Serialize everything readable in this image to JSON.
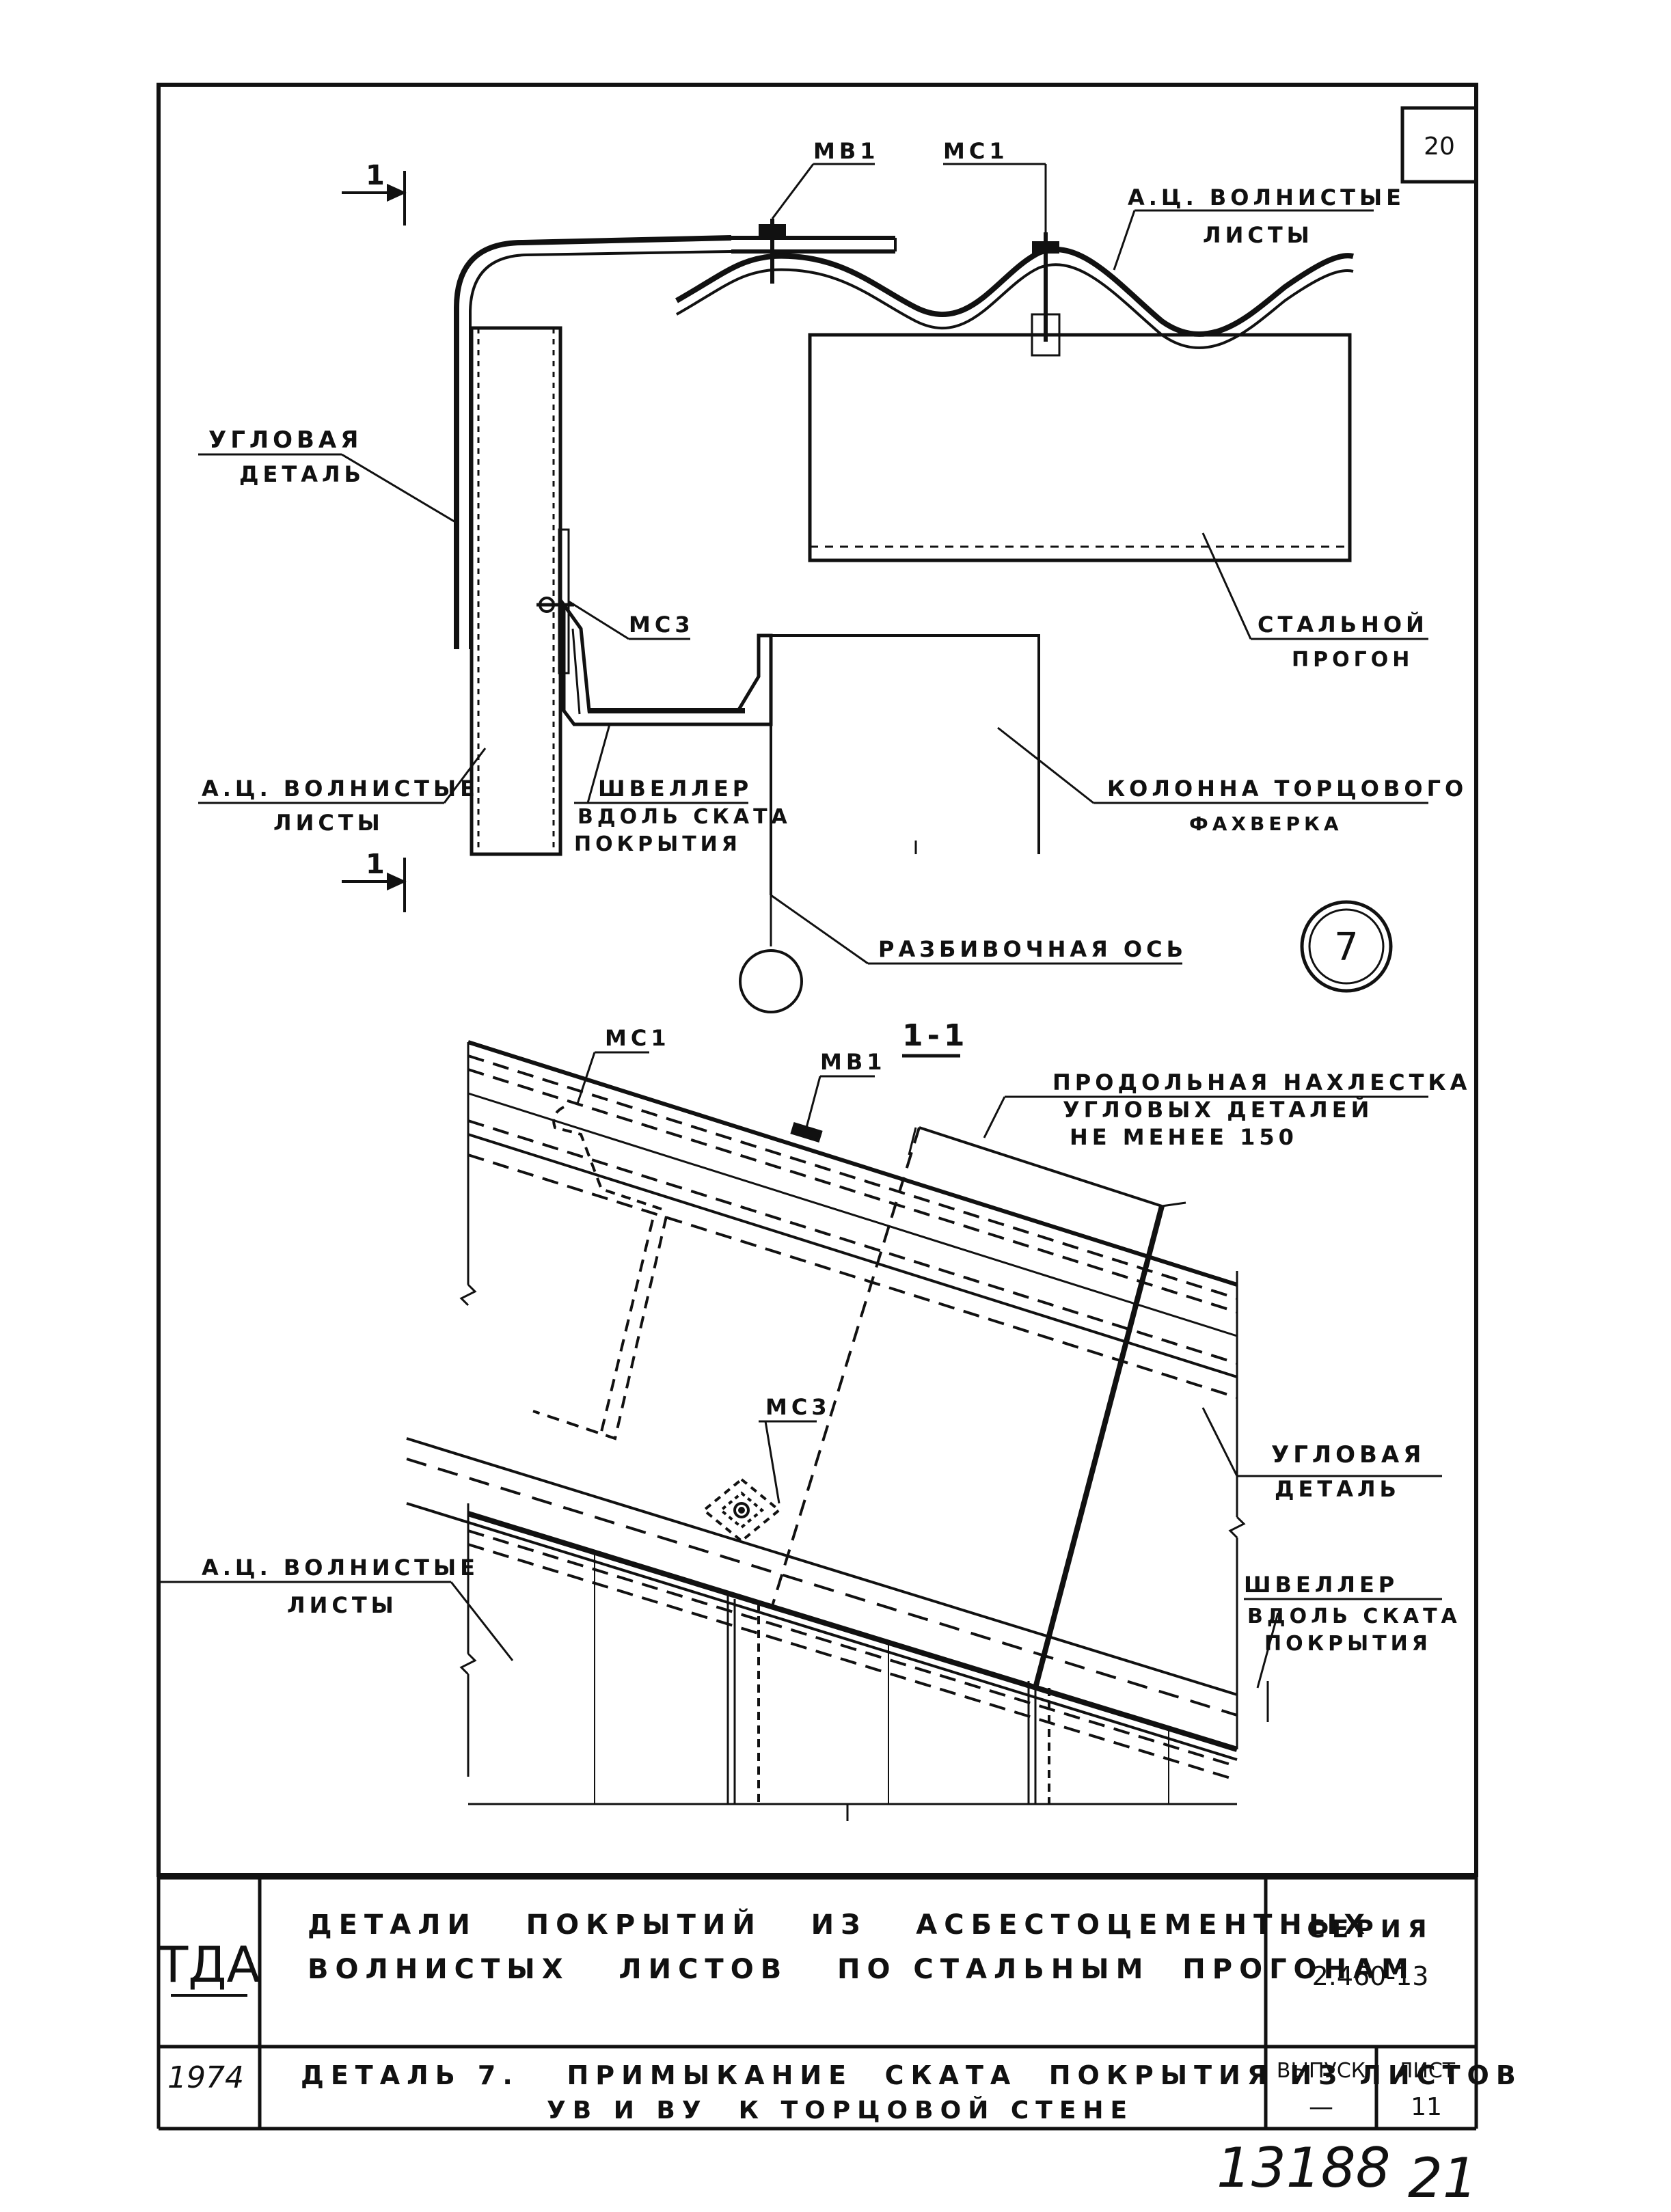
{
  "sheet_number": "20",
  "detail_number": "7",
  "plan": {
    "section_mark": "1",
    "labels": {
      "mb1": "МВ1",
      "ms1": "МС1",
      "ms3": "МС3",
      "sheets_top_1": "А.Ц. ВОЛНИСТЫЕ",
      "sheets_top_2": "ЛИСТЫ",
      "corner_1": "УГЛОВАЯ",
      "corner_2": "ДЕТАЛЬ",
      "purlin_1": "СТАЛЬНОЙ",
      "purlin_2": "ПРОГОН",
      "sheets_left_1": "А.Ц. ВОЛНИСТЫЕ",
      "sheets_left_2": "ЛИСТЫ",
      "channel_1": "ШВЕЛЛЕР",
      "channel_2": "ВДОЛЬ СКАТА",
      "channel_3": "ПОКРЫТИЯ",
      "column_1": "КОЛОННА ТОРЦОВОГО",
      "column_2": "ФАХВЕРКА",
      "axis": "РАЗБИВОЧНАЯ ОСЬ"
    }
  },
  "section": {
    "title": "1-1",
    "labels": {
      "ms1": "МС1",
      "mb1": "МВ1",
      "overlap_1": "ПРОДОЛЬНАЯ НАХЛЕСТКА",
      "overlap_2": "УГЛОВЫХ ДЕТАЛЕЙ",
      "overlap_3": "НЕ МЕНЕЕ 150",
      "ms3": "МС3",
      "corner_1": "УГЛОВАЯ",
      "corner_2": "ДЕТАЛЬ",
      "channel_1": "ШВЕЛЛЕР",
      "channel_2": "ВДОЛЬ СКАТА",
      "channel_3": "ПОКРЫТИЯ",
      "sheets_1": "А.Ц. ВОЛНИСТЫЕ",
      "sheets_2": "ЛИСТЫ"
    }
  },
  "title_block": {
    "org": "ТДА",
    "title_line1": "ДЕТАЛИ   ПОКРЫТИЙ   ИЗ   АСБЕСТОЦЕМЕНТНЫХ",
    "title_line2": "ВОЛНИСТЫХ   ЛИСТОВ   ПО СТАЛЬНЫМ  ПРОГОНАМ",
    "series_label": "СЕРИЯ",
    "series_value": "2.460-13",
    "year": "1974",
    "detail_line1": "ДЕТАЛЬ 7.   ПРИМЫКАНИЕ  СКАТА  ПОКРЫТИЯ ИЗ ЛИСТОВ",
    "detail_line2": "УВ И ВУ  К ТОРЦОВОЙ СТЕНЕ",
    "issue_label": "ВЫПУСК",
    "issue_value": "—",
    "sheet_label": "ЛИСТ",
    "sheet_value": "11"
  },
  "handwritten": {
    "number": "13188",
    "page": "21"
  }
}
